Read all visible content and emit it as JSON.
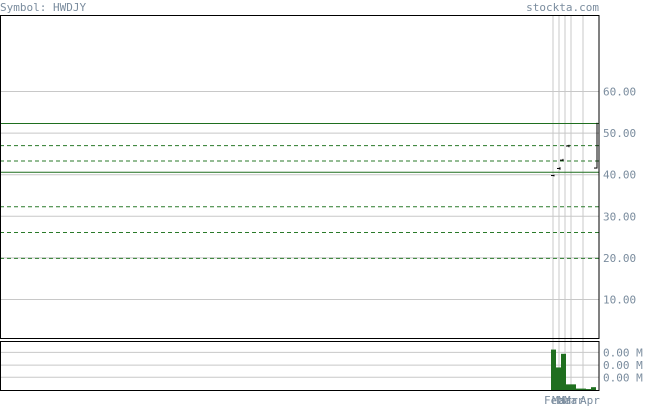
{
  "header": {
    "symbol_text": "Symbol: HWDJY",
    "site_text": "stockta.com"
  },
  "colors": {
    "frame": "#000000",
    "grid": "#c8c8c8",
    "text": "#7a8c9e",
    "green": "#1f6f1f",
    "dashed": "#2a7a2a"
  },
  "chart_data": [
    {
      "type": "line",
      "title": "",
      "ylim": [
        0,
        70
      ],
      "y_ticks": [
        {
          "value": 60,
          "label": "60.00"
        },
        {
          "value": 50,
          "label": "50.00"
        },
        {
          "value": 40,
          "label": "40.00"
        },
        {
          "value": 30,
          "label": "30.00"
        },
        {
          "value": 20,
          "label": "20.00"
        },
        {
          "value": 10,
          "label": "10.00"
        }
      ],
      "x_ticks": [
        "Feb",
        "Mar",
        "Mar",
        "Mar",
        "Apr"
      ],
      "price_bars": [
        {
          "low": 39.6,
          "high": 40.0,
          "close": 39.8
        },
        {
          "low": 41.2,
          "high": 41.8,
          "close": 41.5
        },
        {
          "low": 43.3,
          "high": 43.8,
          "close": 43.5
        },
        {
          "low": 46.6,
          "high": 47.2,
          "close": 46.9
        },
        {
          "low": 41.5,
          "high": 52.5,
          "close": 41.6
        }
      ],
      "horizontal_lines": [
        {
          "value": 52.3,
          "style": "solid"
        },
        {
          "value": 40.6,
          "style": "solid"
        },
        {
          "value": 47.0,
          "style": "dashed"
        },
        {
          "value": 43.3,
          "style": "dashed"
        },
        {
          "value": 32.3,
          "style": "dashed"
        },
        {
          "value": 26.1,
          "style": "dashed"
        },
        {
          "value": 19.9,
          "style": "dashed"
        }
      ],
      "grid": true
    },
    {
      "type": "bar",
      "title": "",
      "ylabel": "",
      "ylim": [
        0,
        10
      ],
      "y_ticks": [
        {
          "value": 8,
          "label": "0.00 M"
        },
        {
          "value": 5.3,
          "label": "0.00 M"
        },
        {
          "value": 2.7,
          "label": "0.00 M"
        }
      ],
      "values": [
        8.6,
        4.8,
        7.7,
        1.2,
        1.2,
        0.3,
        0.3,
        0.2,
        0.6
      ],
      "grid": true
    }
  ]
}
